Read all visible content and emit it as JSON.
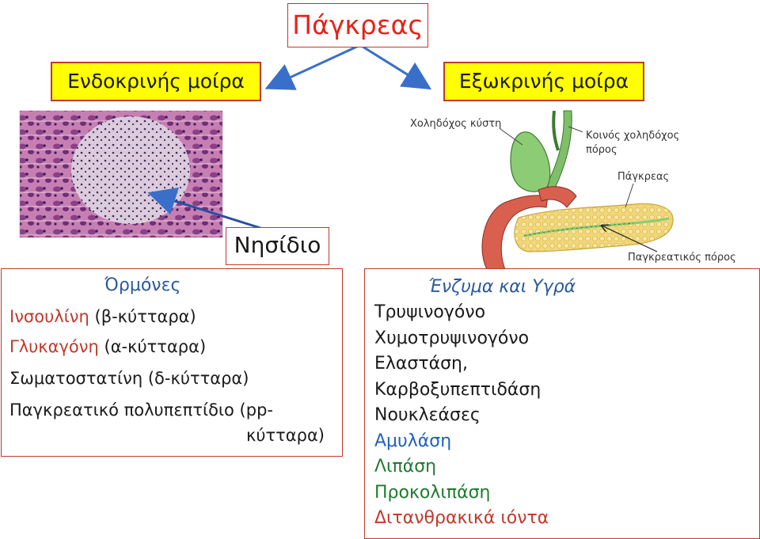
{
  "title": "Πάγκρεας",
  "endocrine_label": "Ενδοκρινής μοίρα",
  "exocrine_label": "Εξωκρινής μοίρα",
  "islet_label": "Νησίδιο",
  "anatomy_labels": {
    "gallbladder": "Χοληδόχος κύστη",
    "common_bile_duct_line1": "Κοινός χοληδόχος",
    "common_bile_duct_line2": "πόρος",
    "pancreas": "Πάγκρεας",
    "pancreatic_duct": "Παγκρεατικός πόρος"
  },
  "hormones": {
    "heading": "Όρμόνες",
    "items": [
      {
        "name": "Ινσουλίνη",
        "cells": "(β-κύτταρα)"
      },
      {
        "name": "Γλυκαγόνη",
        "cells": "(α-κύτταρα)"
      },
      {
        "name": "Σωματοστατίνη",
        "cells": "(δ-κύτταρα)"
      },
      {
        "name": "Παγκρεατικό πολυπεπτίδιο (pp-",
        "cells": "κύτταρα)"
      }
    ]
  },
  "enzymes": {
    "heading": "Ένζυμα και Υγρά",
    "items": [
      {
        "text": "Τρυψινογόνο",
        "color": "#1a1a1a"
      },
      {
        "text": "Χυμοτρυψινογόνο",
        "color": "#1a1a1a"
      },
      {
        "text": "Ελαστάση,",
        "color": "#1a1a1a"
      },
      {
        "text": "Καρβοξυπεπτιδάση",
        "color": "#1a1a1a"
      },
      {
        "text": "Νουκλεάσες",
        "color": "#1a1a1a"
      },
      {
        "text": "Αμυλάση",
        "color": "#1f5fbf"
      },
      {
        "text": "Λιπάση",
        "color": "#1e7a2e"
      },
      {
        "text": "Προκολιπάση",
        "color": "#1e7a2e"
      },
      {
        "text": "Διτανθρακικά ιόντα",
        "color": "#c0392b"
      }
    ]
  },
  "colors": {
    "accent_red": "#c0392b",
    "title_red": "#e8201a",
    "box_yellow": "#ffff00",
    "arrow_blue": "#3a6fc9"
  }
}
